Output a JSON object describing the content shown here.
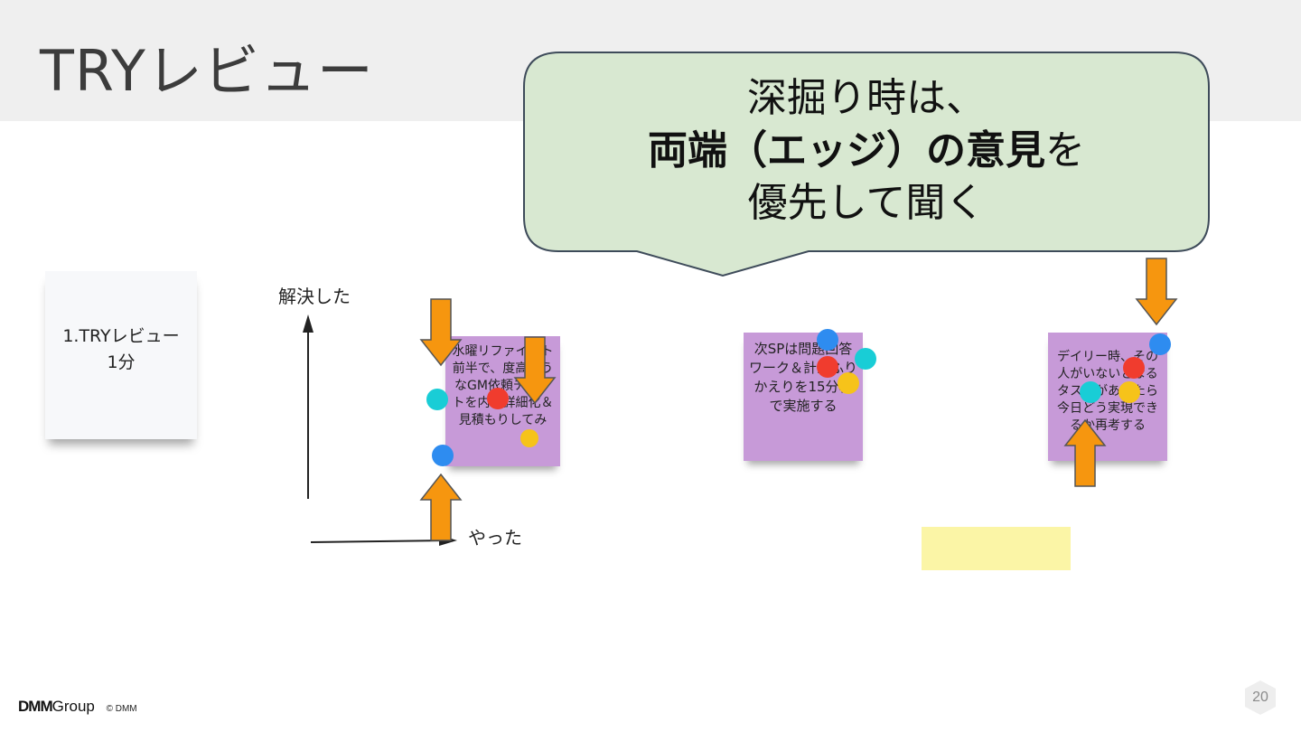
{
  "slide": {
    "title": "TRYレビュー",
    "bubble": {
      "line1": "深掘り時は、",
      "line2_bold": "両端（エッジ）の意見",
      "line2_rest": "を",
      "line3": "優先して聞く",
      "fill_color": "#d8e8d1",
      "border_color": "#3e4b5a"
    },
    "agenda_note": {
      "line1": "1.TRYレビュー",
      "line2": "1分"
    },
    "axis": {
      "y_label": "解決した",
      "x_label": "やった"
    },
    "notes": [
      {
        "text": "水曜リファイント前半で、度高そうなGM依頼チケットを内容詳細化＆見積もりしてみ"
      },
      {
        "text": "次SPは問題回答ワーク＆計画ふりかえりを15分枠で実施する"
      },
      {
        "text": "デイリー時、その人がいないとなるタスクがあったら今日どう実現できるか再考する"
      }
    ],
    "colors": {
      "note": "#c79ad8",
      "arrow": "#f6960f",
      "dot_blue": "#2e8cf0",
      "dot_red": "#f03c2e",
      "dot_yellow": "#f6c31a",
      "dot_cyan": "#19cdd6",
      "highlight": "#fbf5a6"
    },
    "footer": {
      "brand": "DMM",
      "brand_suffix": "Group",
      "copyright": "© DMM"
    },
    "page_number": "20"
  }
}
